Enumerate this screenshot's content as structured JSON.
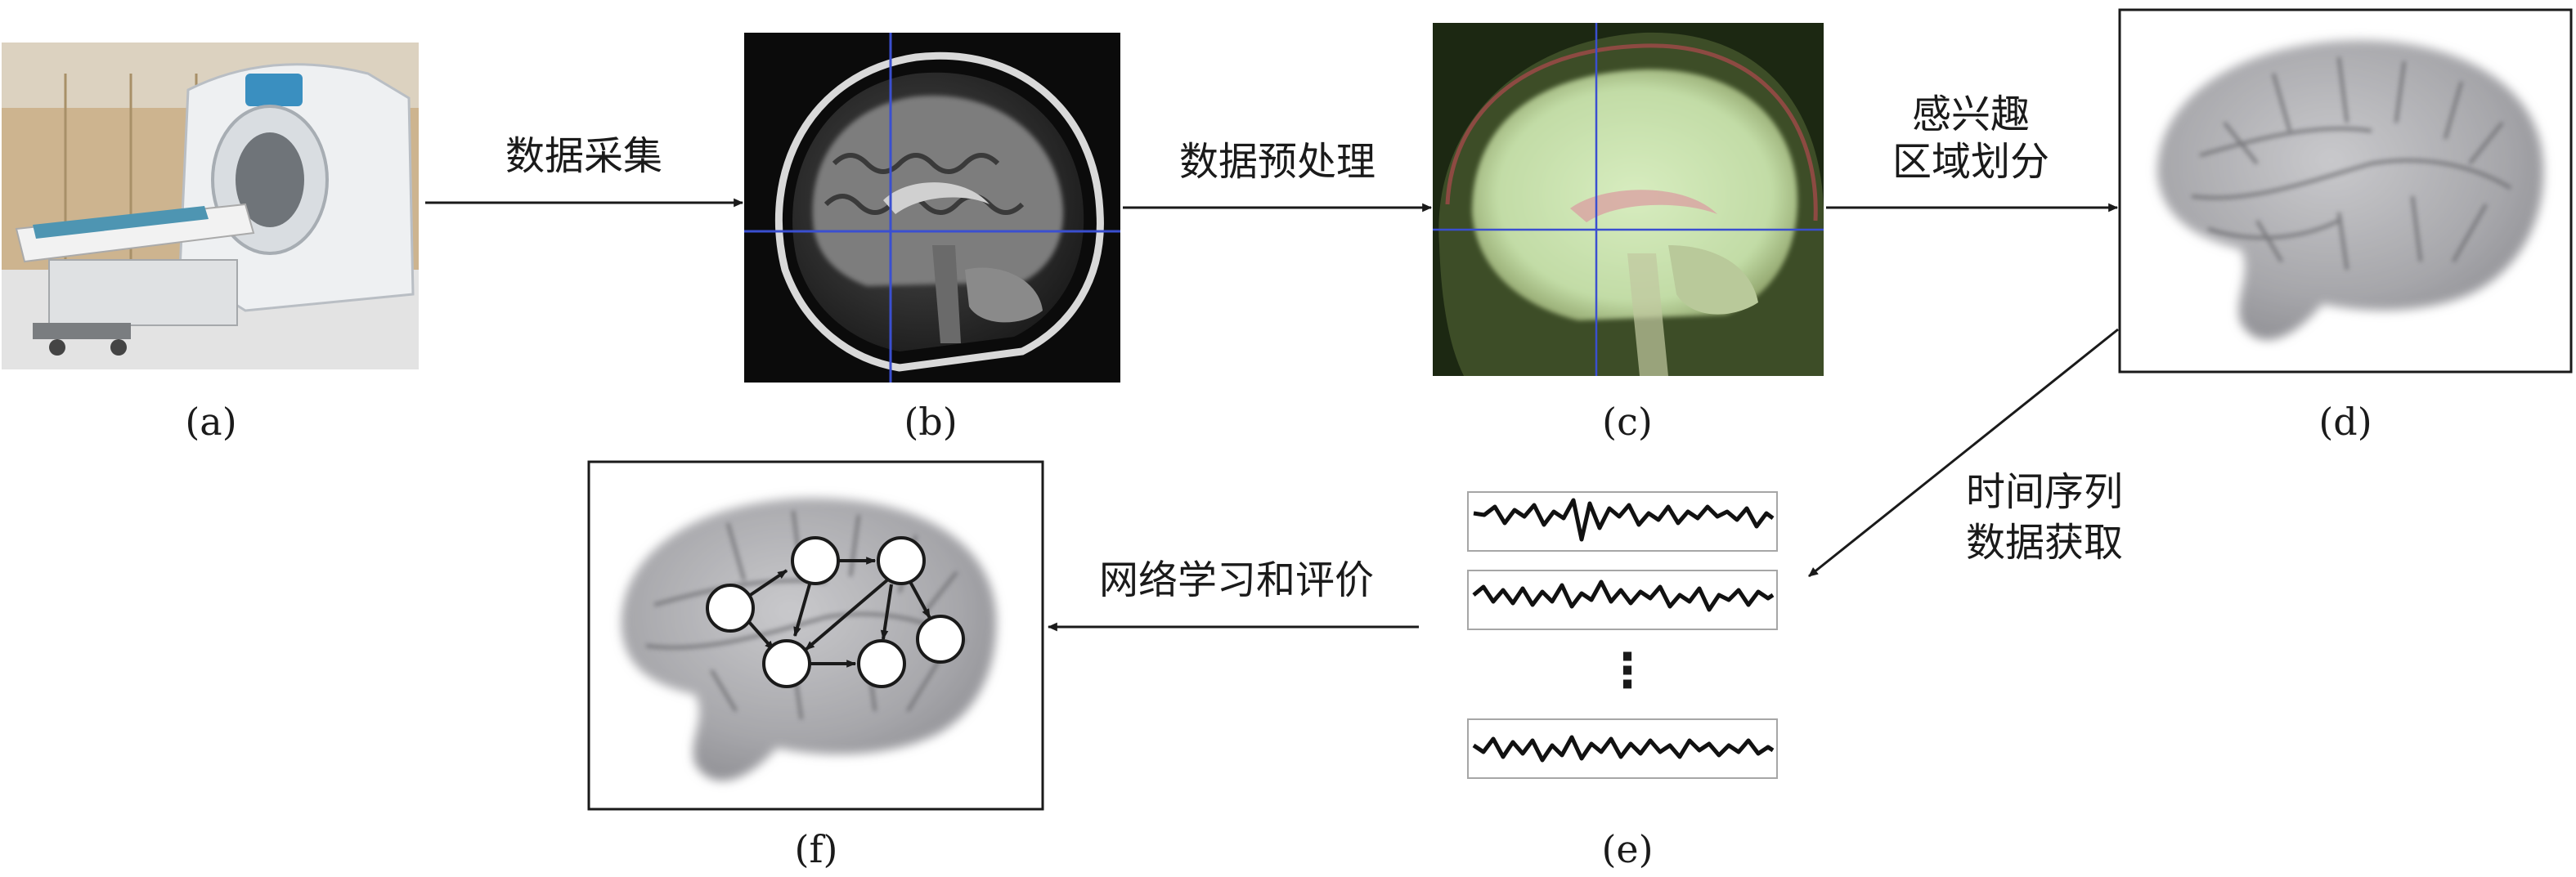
{
  "panels": {
    "a": {
      "caption": "(a)"
    },
    "b": {
      "caption": "(b)"
    },
    "c": {
      "caption": "(c)"
    },
    "d": {
      "caption": "(d)"
    },
    "e": {
      "caption": "(e)",
      "ellipsis": "⋮"
    },
    "f": {
      "caption": "(f)"
    }
  },
  "arrows": {
    "data_collection": "数据采集",
    "preprocessing": "数据预处理",
    "roi_line1": "感兴趣",
    "roi_line2": "区域划分",
    "timeseries_line1": "时间序列",
    "timeseries_line2": "数据获取",
    "network_learning": "网络学习和评价"
  },
  "colors": {
    "line": "#1a1a1a",
    "crosshair": "#3a4fd0",
    "brain_fill": "#a7a7aa",
    "mri_room": "#cdb48f",
    "mri_body": "#e8ebee",
    "mri_bed": "#4e95b2"
  }
}
